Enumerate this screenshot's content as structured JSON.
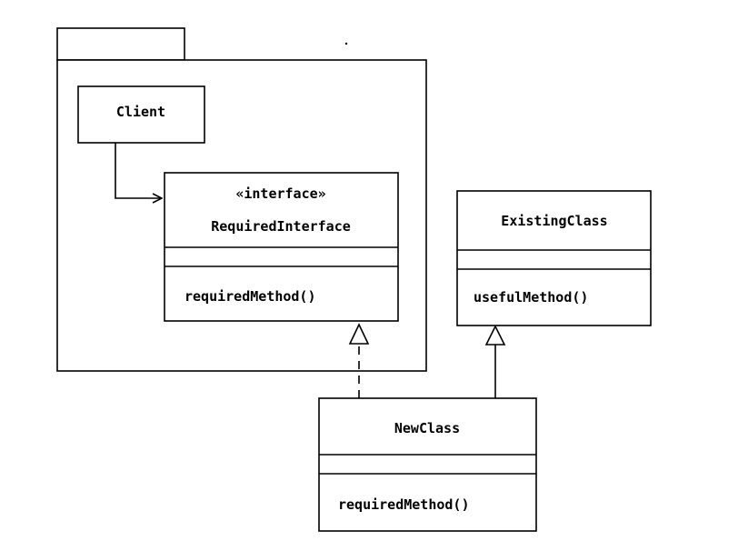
{
  "client": {
    "name": "Client"
  },
  "required_interface": {
    "stereotype": "«interface»",
    "name": "RequiredInterface",
    "attributes": [],
    "methods": [
      "requiredMethod()"
    ]
  },
  "existing_class": {
    "name": "ExistingClass",
    "attributes": [],
    "methods": [
      "usefulMethod()"
    ]
  },
  "new_class": {
    "name": "NewClass",
    "attributes": [],
    "methods": [
      "requiredMethod()"
    ]
  }
}
